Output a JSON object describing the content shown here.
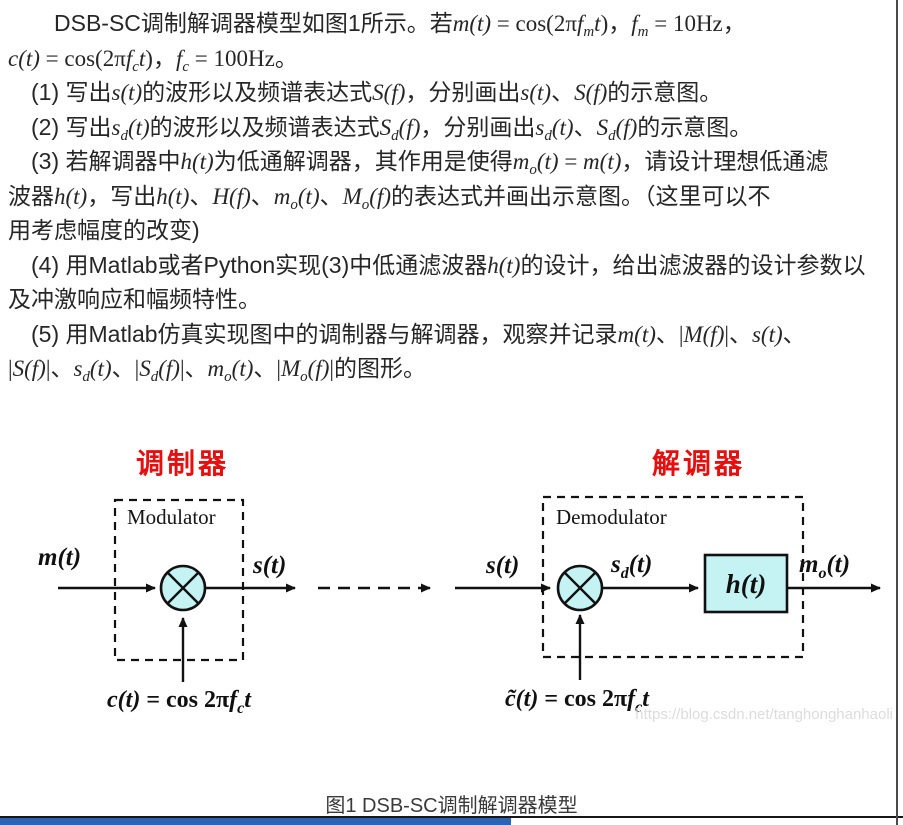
{
  "problem": {
    "lines": [
      [
        [
          "c",
          "　　DSB-SC调制解调器模型如图1所示。若"
        ],
        [
          "m",
          "m(t)"
        ],
        [
          "r",
          " = cos(2π"
        ],
        [
          "m",
          "f"
        ],
        [
          "s",
          "m"
        ],
        [
          "m",
          "t"
        ],
        [
          "r",
          ")"
        ],
        [
          "c",
          "，"
        ],
        [
          "m",
          "f"
        ],
        [
          "s",
          "m"
        ],
        [
          "r",
          " = 10Hz"
        ],
        [
          "c",
          "，"
        ]
      ],
      [
        [
          "m",
          "c(t)"
        ],
        [
          "r",
          " = cos(2π"
        ],
        [
          "m",
          "f"
        ],
        [
          "s",
          "c"
        ],
        [
          "m",
          "t"
        ],
        [
          "r",
          ")"
        ],
        [
          "c",
          "，"
        ],
        [
          "m",
          "f"
        ],
        [
          "s",
          "c"
        ],
        [
          "r",
          " = 100Hz"
        ],
        [
          "c",
          "。"
        ]
      ],
      [
        [
          "c",
          "　(1) 写出"
        ],
        [
          "m",
          "s(t)"
        ],
        [
          "c",
          "的波形以及频谱表达式"
        ],
        [
          "m",
          "S(f)"
        ],
        [
          "c",
          "，分别画出"
        ],
        [
          "m",
          "s(t)"
        ],
        [
          "c",
          "、"
        ],
        [
          "m",
          "S(f)"
        ],
        [
          "c",
          "的示意图。"
        ]
      ],
      [
        [
          "c",
          "　(2) 写出"
        ],
        [
          "m",
          "s"
        ],
        [
          "s",
          "d"
        ],
        [
          "m",
          "(t)"
        ],
        [
          "c",
          "的波形以及频谱表达式"
        ],
        [
          "m",
          "S"
        ],
        [
          "s",
          "d"
        ],
        [
          "m",
          "(f)"
        ],
        [
          "c",
          "，分别画出"
        ],
        [
          "m",
          "s"
        ],
        [
          "s",
          "d"
        ],
        [
          "m",
          "(t)"
        ],
        [
          "c",
          "、"
        ],
        [
          "m",
          "S"
        ],
        [
          "s",
          "d"
        ],
        [
          "m",
          "(f)"
        ],
        [
          "c",
          "的示意图。"
        ]
      ],
      [
        [
          "c",
          "　(3) 若解调器中"
        ],
        [
          "m",
          "h(t)"
        ],
        [
          "c",
          "为低通解调器，其作用是使得"
        ],
        [
          "m",
          "m"
        ],
        [
          "s",
          "o"
        ],
        [
          "m",
          "(t)"
        ],
        [
          "r",
          " = "
        ],
        [
          "m",
          "m(t)"
        ],
        [
          "c",
          "，请设计理想低通滤"
        ]
      ],
      [
        [
          "c",
          "波器"
        ],
        [
          "m",
          "h(t)"
        ],
        [
          "c",
          "，写出"
        ],
        [
          "m",
          "h(t)"
        ],
        [
          "c",
          "、"
        ],
        [
          "m",
          "H(f)"
        ],
        [
          "c",
          "、"
        ],
        [
          "m",
          "m"
        ],
        [
          "s",
          "o"
        ],
        [
          "m",
          "(t)"
        ],
        [
          "c",
          "、"
        ],
        [
          "m",
          "M"
        ],
        [
          "s",
          "o"
        ],
        [
          "m",
          "(f)"
        ],
        [
          "c",
          "的表达式并画出示意图。（这里可以不"
        ]
      ],
      [
        [
          "c",
          "用考虑幅度的改变)"
        ]
      ],
      [
        [
          "c",
          "　(4) 用Matlab或者Python实现(3)中低通滤波器"
        ],
        [
          "m",
          "h(t)"
        ],
        [
          "c",
          "的设计，给出滤波器的设计参数以"
        ]
      ],
      [
        [
          "c",
          "及冲激响应和幅频特性。"
        ]
      ],
      [
        [
          "c",
          "　(5) 用Matlab仿真实现图中的调制器与解调器，观察并记录"
        ],
        [
          "m",
          "m(t)"
        ],
        [
          "c",
          "、"
        ],
        [
          "r",
          "|"
        ],
        [
          "m",
          "M(f)"
        ],
        [
          "r",
          "|"
        ],
        [
          "c",
          "、"
        ],
        [
          "m",
          "s(t)"
        ],
        [
          "c",
          "、"
        ]
      ],
      [
        [
          "r",
          "|"
        ],
        [
          "m",
          "S(f)"
        ],
        [
          "r",
          "|"
        ],
        [
          "c",
          "、"
        ],
        [
          "m",
          "s"
        ],
        [
          "s",
          "d"
        ],
        [
          "m",
          "(t)"
        ],
        [
          "c",
          "、"
        ],
        [
          "r",
          "|"
        ],
        [
          "m",
          "S"
        ],
        [
          "s",
          "d"
        ],
        [
          "m",
          "(f)"
        ],
        [
          "r",
          "|"
        ],
        [
          "c",
          "、"
        ],
        [
          "m",
          "m"
        ],
        [
          "s",
          "o"
        ],
        [
          "m",
          "(t)"
        ],
        [
          "c",
          "、"
        ],
        [
          "r",
          "|"
        ],
        [
          "m",
          "M"
        ],
        [
          "s",
          "o"
        ],
        [
          "m",
          "(f)"
        ],
        [
          "r",
          "|"
        ],
        [
          "c",
          "的图形。"
        ]
      ]
    ]
  },
  "figure": {
    "modulator_title": "调制器",
    "demodulator_title": "解调器",
    "modulator_label": "Modulator",
    "demodulator_label": "Demodulator",
    "input_label": "m(t)",
    "s_label_left": "s(t)",
    "s_label_right": "s(t)",
    "sd": {
      "base": "s",
      "sub": "d",
      "paren": "(t)"
    },
    "mo": {
      "base": "m",
      "sub": "o",
      "paren": "(t)"
    },
    "filter_label": "h(t)",
    "carrier_eq": {
      "lhs": "c(t)",
      "eq": " = cos 2π",
      "f": "f",
      "sub": "c",
      "t": "t"
    },
    "carrier_eq2": {
      "lhs": "c̃(t)",
      "eq": " = cos 2π",
      "f": "f",
      "sub": "c",
      "t": "t"
    },
    "watermark": "https://blog.csdn.net/tanghonghanhaoli",
    "caption": "图1 DSB-SC调制解调器模型"
  },
  "colors": {
    "title_red": "#e60f0f",
    "block_fill": "#c5f2f2",
    "stroke": "#111111",
    "bottom_bar_blue": "#2d63b5",
    "watermark_gray": "#dcdcdc",
    "text": "#262626"
  }
}
